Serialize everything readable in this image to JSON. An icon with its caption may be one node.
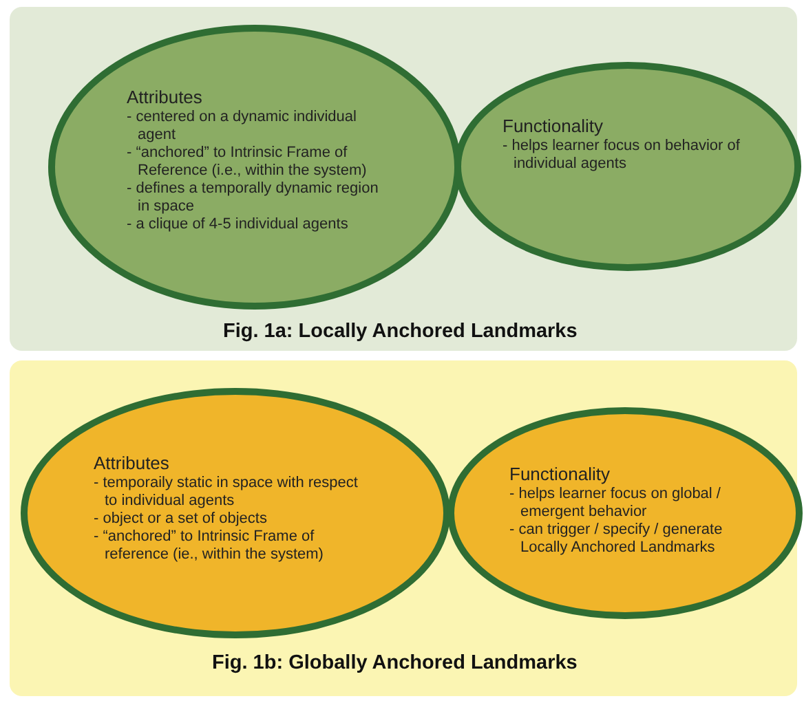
{
  "diagram": {
    "nodes": [
      {
        "text": [
          "Fig. 1a: Locally Anchored Landmarks"
        ]
      },
      {
        "text": [
          "Attributes",
          "- centered on a dynamic individual agent",
          "- “anchored” to Intrinsic Frame of Reference (i.e., within the system)",
          "- defines a temporally dynamic region in space",
          "- a clique of 4-5 individual agents"
        ],
        "in": 0
      },
      {
        "text": [
          "Functionality",
          "- helps learner focus on behavior of individual agents"
        ],
        "in": 0
      },
      {
        "text": [
          "Fig. 1b: Globally Anchored Landmarks"
        ]
      },
      {
        "text": [
          "Attributes",
          "- temporaily static in space with respect to individual agents",
          "- object or a set of objects",
          "- “anchored” to Intrinsic Frame of reference (ie., within the system)"
        ],
        "in": 3
      },
      {
        "text": [
          "Functionality",
          "- helps learner focus on global / emergent behavior",
          "- can trigger / specify / generate Locally Anchored Landmarks"
        ],
        "in": 3
      }
    ]
  }
}
